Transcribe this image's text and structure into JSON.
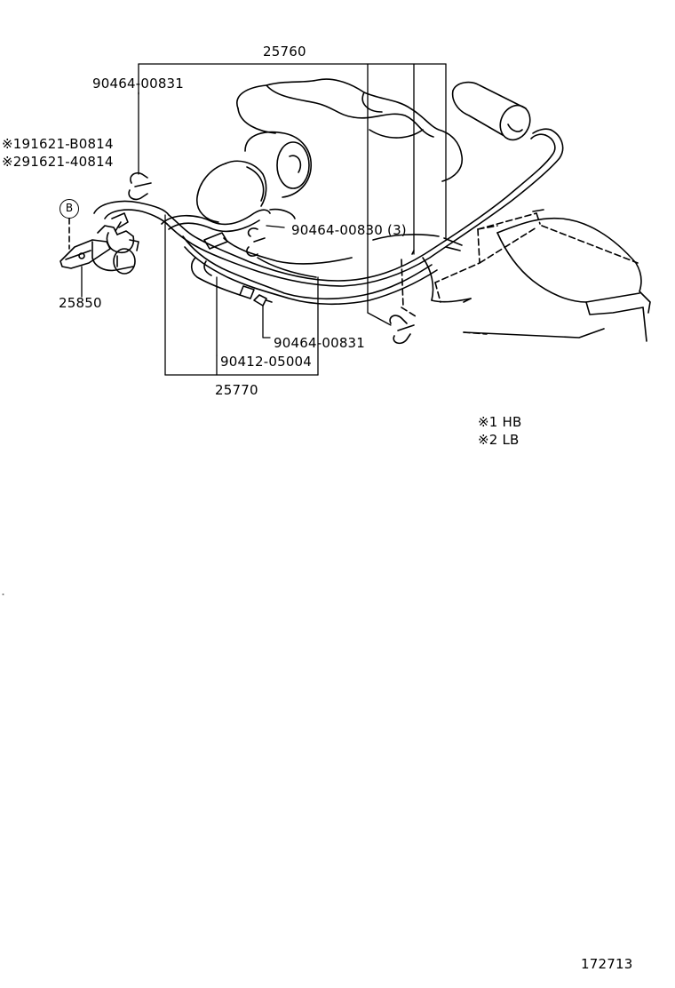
{
  "diagram": {
    "part_labels": {
      "p25760": "25760",
      "p90464_00831_top": "90464-00831",
      "p191621": "※191621-B0814",
      "p291621": "※291621-40814",
      "ref_b": "B",
      "p25850": "25850",
      "p90464_00830": "90464-00830 (3)",
      "p90464_00831_bottom": "90464-00831",
      "p90412_05004": "90412-05004",
      "p25770": "25770"
    },
    "legend": {
      "note1": "※1 HB",
      "note2": "※2 LB"
    },
    "illustration_id": "172713"
  }
}
